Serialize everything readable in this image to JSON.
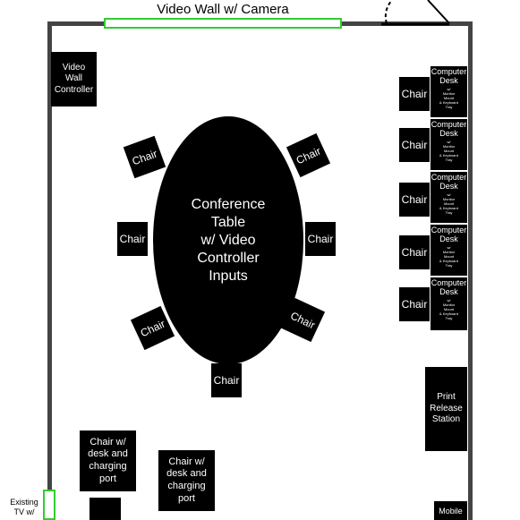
{
  "top_label": "Video Wall w/ Camera",
  "video_wall_controller": "Video\nWall\nController",
  "conference_table": "Conference\nTable\nw/ Video\nController\nInputs",
  "chair": "Chair",
  "computer_desk": {
    "title": "Computer\nDesk",
    "detail": "w/\nMonitor\nMount\n& Keyboard\nTray"
  },
  "print_release": "Print\nRelease\nStation",
  "charging_desk": "Chair w/\ndesk and\ncharging\nport",
  "existing_tv": "Existing\nTV w/",
  "mobile": "Mobile",
  "colors": {
    "highlight": "#33cc33",
    "wall": "#444444",
    "furniture": "#000000"
  }
}
